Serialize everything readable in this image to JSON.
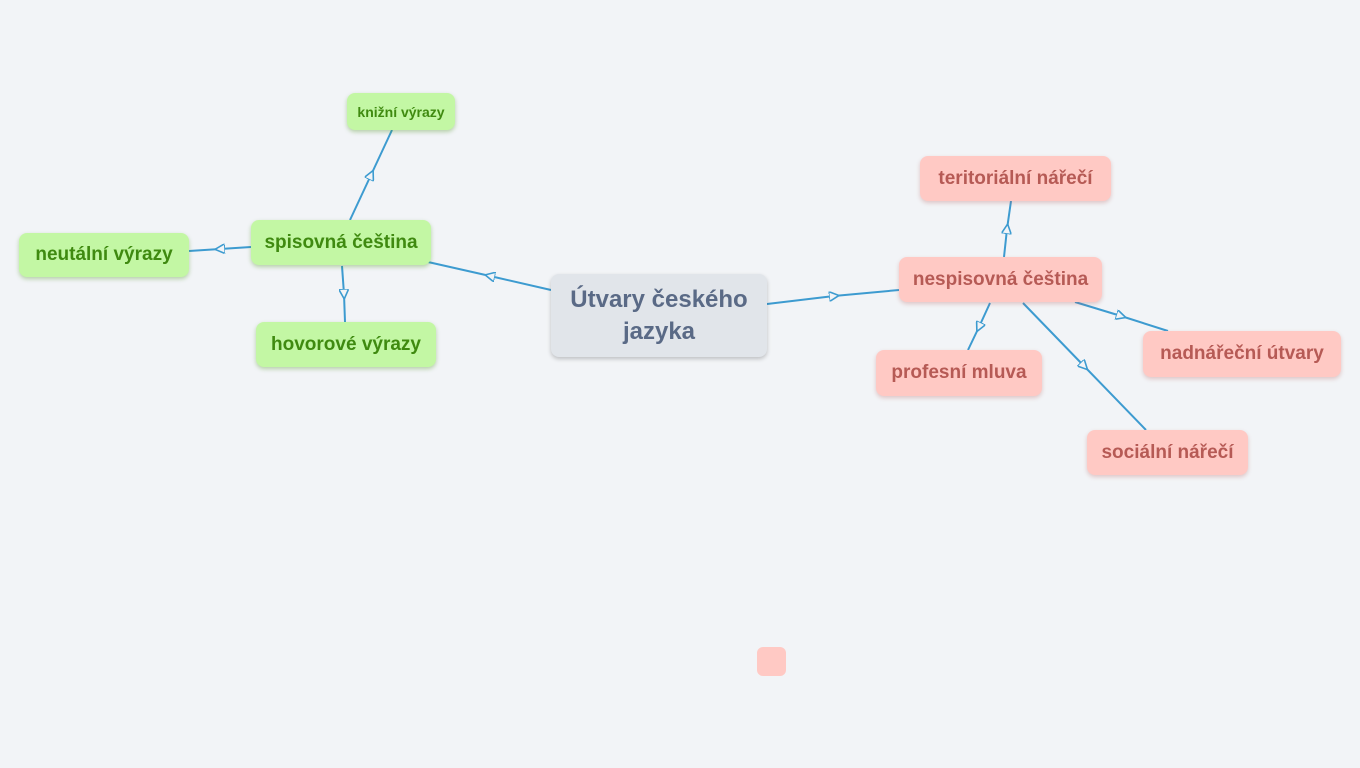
{
  "map": {
    "central": "Útvary českého jazyka",
    "spisovna": {
      "label": "spisovná čeština",
      "children": [
        "knižní výrazy",
        "neutální výrazy",
        "hovorové výrazy"
      ]
    },
    "nespisovna": {
      "label": "nespisovná čeština",
      "children": [
        "teritoriální nářečí",
        "nadnářeční útvary",
        "profesní mluva",
        "sociální nářečí"
      ]
    }
  },
  "colors": {
    "connector": "#3d9bd0",
    "center_fill": "#e1e5ea",
    "green_fill": "#c3f7a4",
    "green_text": "#3f8a10",
    "red_fill": "#ffc9c4",
    "red_text": "#b65a55"
  }
}
